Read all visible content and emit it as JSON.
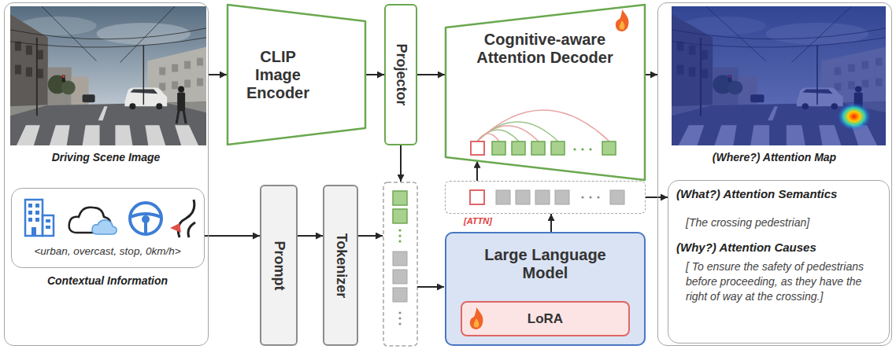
{
  "diagram": {
    "nodes": [
      {
        "text": [
          "Driving Scene Image"
        ]
      },
      {
        "text": [
          "<urban, overcast, stop, 0km/h>",
          "Contextual Information"
        ],
        "in": 0
      },
      {
        "text": [
          "CLIP Image Encoder"
        ]
      },
      {
        "text": [
          "Projector"
        ]
      },
      {
        "text": [
          "Prompt"
        ]
      },
      {
        "text": [
          "Tokenizer"
        ]
      },
      {
        "text": [
          "Cognitive-aware Attention Decoder"
        ]
      },
      {
        "text": [
          "[ATTN]"
        ]
      },
      {
        "text": [
          "Large Language Model"
        ]
      },
      {
        "text": [
          "LoRA"
        ],
        "in": 8
      },
      {
        "text": [
          "(Where?) Attention Map"
        ]
      },
      {
        "text": [
          "(What?) Attention Semantics",
          "[The crossing pedestrian]",
          "(Why?) Attention Causes",
          "[ To ensure the safety of pedestrians before proceeding, as they have the right of way at the crossing.]"
        ],
        "in": 10
      }
    ],
    "edges": [
      {
        "from": 0,
        "to": 2,
        "arrow": "to"
      },
      {
        "from": 2,
        "to": 3,
        "arrow": "to"
      },
      {
        "from": 3,
        "to": 6,
        "arrow": "to"
      },
      {
        "from": 6,
        "to": 10,
        "arrow": "to"
      },
      {
        "from": 1,
        "to": 4,
        "arrow": "to"
      },
      {
        "from": 4,
        "to": 5,
        "arrow": "to"
      },
      {
        "from": 8,
        "to": 7,
        "arrow": "to"
      },
      {
        "from": 7,
        "to": 6,
        "arrow": "to"
      },
      {
        "from": 7,
        "to": 11,
        "arrow": "to"
      }
    ]
  }
}
